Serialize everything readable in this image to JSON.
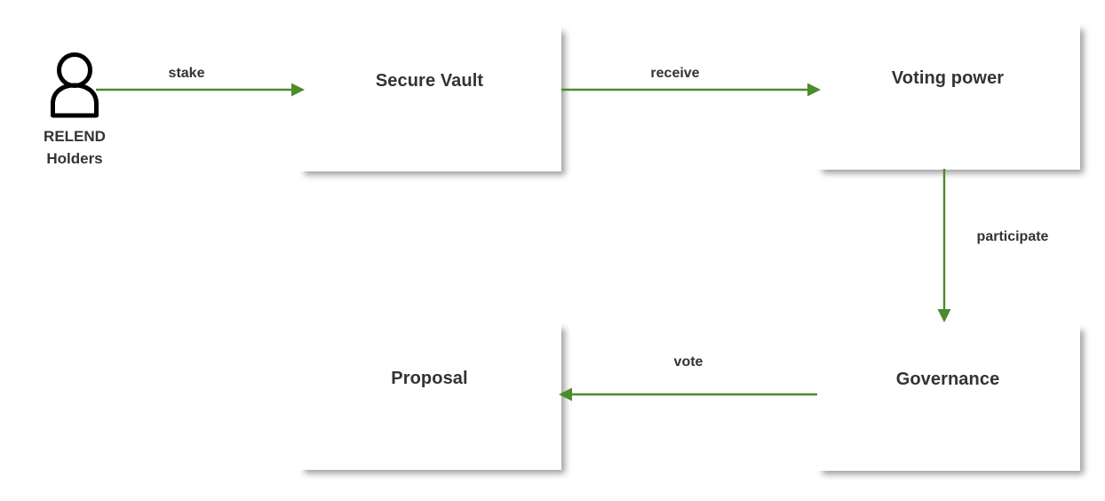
{
  "diagram": {
    "type": "flow-diagram",
    "background_color": "#ffffff",
    "accent_color": "#4c8c2b",
    "text_color": "#333333",
    "actor": {
      "icon": "person-icon",
      "caption_line1": "RELEND",
      "caption_line2": "Holders"
    },
    "nodes": [
      {
        "id": "secure-vault",
        "label": "Secure Vault"
      },
      {
        "id": "voting-power",
        "label": "Voting power"
      },
      {
        "id": "proposal",
        "label": "Proposal"
      },
      {
        "id": "governance",
        "label": "Governance"
      }
    ],
    "edges": [
      {
        "id": "stake",
        "label": "stake",
        "from": "relend-holders",
        "to": "secure-vault",
        "direction": "right"
      },
      {
        "id": "receive",
        "label": "receive",
        "from": "secure-vault",
        "to": "voting-power",
        "direction": "right"
      },
      {
        "id": "participate",
        "label": "participate",
        "from": "voting-power",
        "to": "governance",
        "direction": "down"
      },
      {
        "id": "vote",
        "label": "vote",
        "from": "governance",
        "to": "proposal",
        "direction": "left"
      }
    ]
  }
}
